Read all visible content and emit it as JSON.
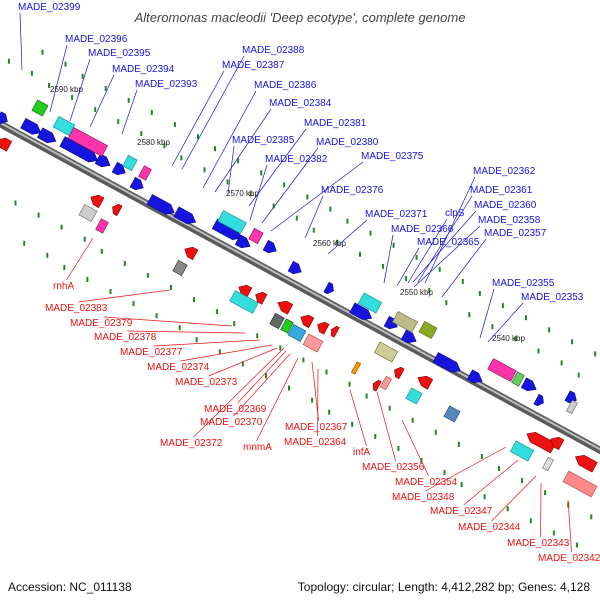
{
  "title": "Alteromonas macleodii 'Deep ecotype', complete genome",
  "footer": {
    "accession": "Accession: NC_011138",
    "stats": "Topology: circular; Length: 4,412,282 bp; Genes: 4,128"
  },
  "colors": {
    "forward": "#1515dd",
    "reverse": "#ee1111",
    "backbone": "#777777",
    "tick": "#1e8a1e"
  },
  "ruler": [
    {
      "label": "2590 kbp"
    },
    {
      "label": "2580 kbp"
    },
    {
      "label": "2570 kbp"
    },
    {
      "label": "2560 kbp"
    },
    {
      "label": "2550 kbp"
    },
    {
      "label": "2540 kbp"
    }
  ],
  "forward_labels": [
    "MADE_02399",
    "MADE_02396",
    "MADE_02395",
    "MADE_02394",
    "MADE_02393",
    "MADE_02388",
    "MADE_02387",
    "MADE_02386",
    "MADE_02384",
    "MADE_02381",
    "MADE_02385",
    "MADE_02380",
    "MADE_02382",
    "MADE_02375",
    "MADE_02376",
    "MADE_02371",
    "MADE_02362",
    "MADE_02361",
    "MADE_02360",
    "clpS",
    "MADE_02366",
    "MADE_02358",
    "MADE_02365",
    "MADE_02357",
    "MADE_02355",
    "MADE_02353"
  ],
  "reverse_labels": [
    "rnhA",
    "MADE_02383",
    "MADE_02379",
    "MADE_02378",
    "MADE_02377",
    "MADE_02374",
    "MADE_02373",
    "MADE_02369",
    "MADE_02370",
    "MADE_02372",
    "mnmA",
    "MADE_02367",
    "MADE_02364",
    "infA",
    "MADE_02356",
    "MADE_02354",
    "MADE_02348",
    "MADE_02347",
    "MADE_02344",
    "MADE_02343",
    "MADE_02342"
  ]
}
